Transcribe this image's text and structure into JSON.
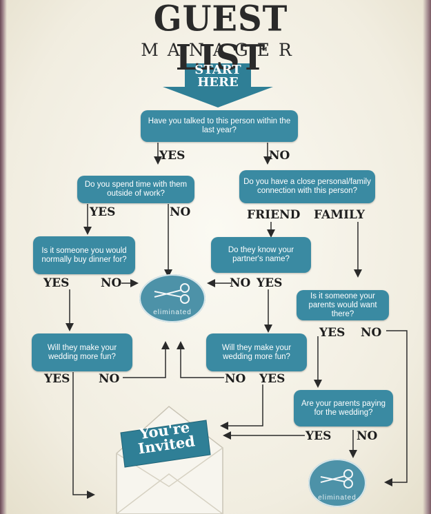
{
  "title": "GUEST LIST",
  "subtitle": "MANAGER",
  "start": {
    "line1": "START",
    "line2": "HERE"
  },
  "questions": {
    "q1": "Have you talked to this person within the last year?",
    "q2": "Do you spend time with them outside of work?",
    "q3": "Do you have a close personal/family connection with this person?",
    "q4": "Is it someone you would normally buy dinner for?",
    "q5": "Do they know your partner's name?",
    "q6": "Is it someone your parents would want there?",
    "q7": "Will they make your wedding more fun?",
    "q8": "Will they make your wedding more fun?",
    "q9": "Are your parents paying for the wedding?"
  },
  "labels": {
    "yes": "YES",
    "no": "NO",
    "friend": "FRIEND",
    "family": "FAMILY"
  },
  "eliminated": "eliminated",
  "invited": {
    "line1": "You're",
    "line2": "Invited"
  },
  "colors": {
    "box": "#3a8aa2",
    "banner": "#2f7f96",
    "text": "#1e1e1e",
    "paper": "#f1ede0"
  }
}
